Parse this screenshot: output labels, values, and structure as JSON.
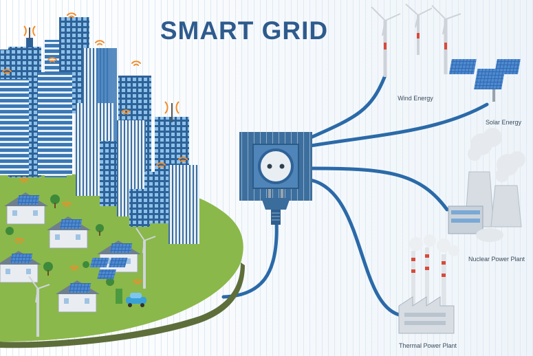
{
  "title": "SMART GRID",
  "sources": [
    {
      "id": "wind",
      "label": "Wind Energy"
    },
    {
      "id": "solar",
      "label": "Solar Energy"
    },
    {
      "id": "nuclear",
      "label": "Nuclear Power Plant"
    },
    {
      "id": "thermal",
      "label": "Thermal Power Plant"
    }
  ],
  "colors": {
    "cable": "#2b6aa8",
    "cable_dark": "#1f4f80",
    "ground": "#8bb84a",
    "ground_edge": "#5d6e3a",
    "title": "#2e5b8d",
    "wifi": "#f28c28",
    "socket": "#3d6f9e"
  },
  "icons": [
    "smart-city",
    "wifi-icon",
    "socket-icon",
    "plug-icon",
    "wind-turbine-icon",
    "solar-panel-icon",
    "nuclear-plant-icon",
    "thermal-plant-icon",
    "electric-car-icon",
    "charging-station-icon"
  ]
}
